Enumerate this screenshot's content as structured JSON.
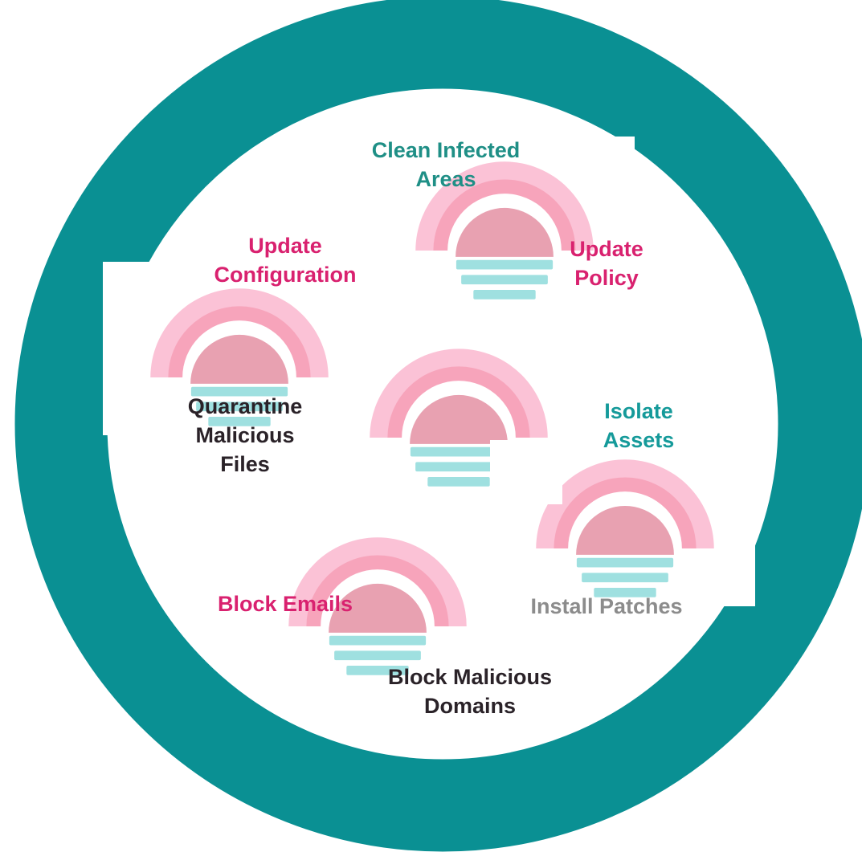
{
  "colors": {
    "ring": "#0a9093",
    "arch_outer": "#fbc2d6",
    "arch_middle": "#f7a4bb",
    "sun": "#e8a1b1",
    "stripe": "#9fe0e0",
    "label_teal": "#1f8f86",
    "label_pink": "#d9216f",
    "label_dark": "#2a2228",
    "label_gray": "#8c8c8c"
  },
  "icons": [
    "sunset-icon",
    "sunset-icon",
    "sunset-icon",
    "sunset-icon",
    "sunset-icon"
  ],
  "labels": {
    "clean_infected": {
      "line1": "Clean Infected",
      "line2": "Areas"
    },
    "update_policy": {
      "line1": "Update",
      "line2": "Policy"
    },
    "update_configuration": {
      "line1": "Update",
      "line2": "Configuration"
    },
    "quarantine": {
      "line1": "Quarantine",
      "line2": "Malicious",
      "line3": "Files"
    },
    "isolate_assets": {
      "line1": "Isolate",
      "line2": "Assets"
    },
    "block_emails": {
      "line1": "Block Emails"
    },
    "install_patches": {
      "line1": "Install Patches"
    },
    "block_domains": {
      "line1": "Block Malicious",
      "line2": "Domains"
    }
  }
}
